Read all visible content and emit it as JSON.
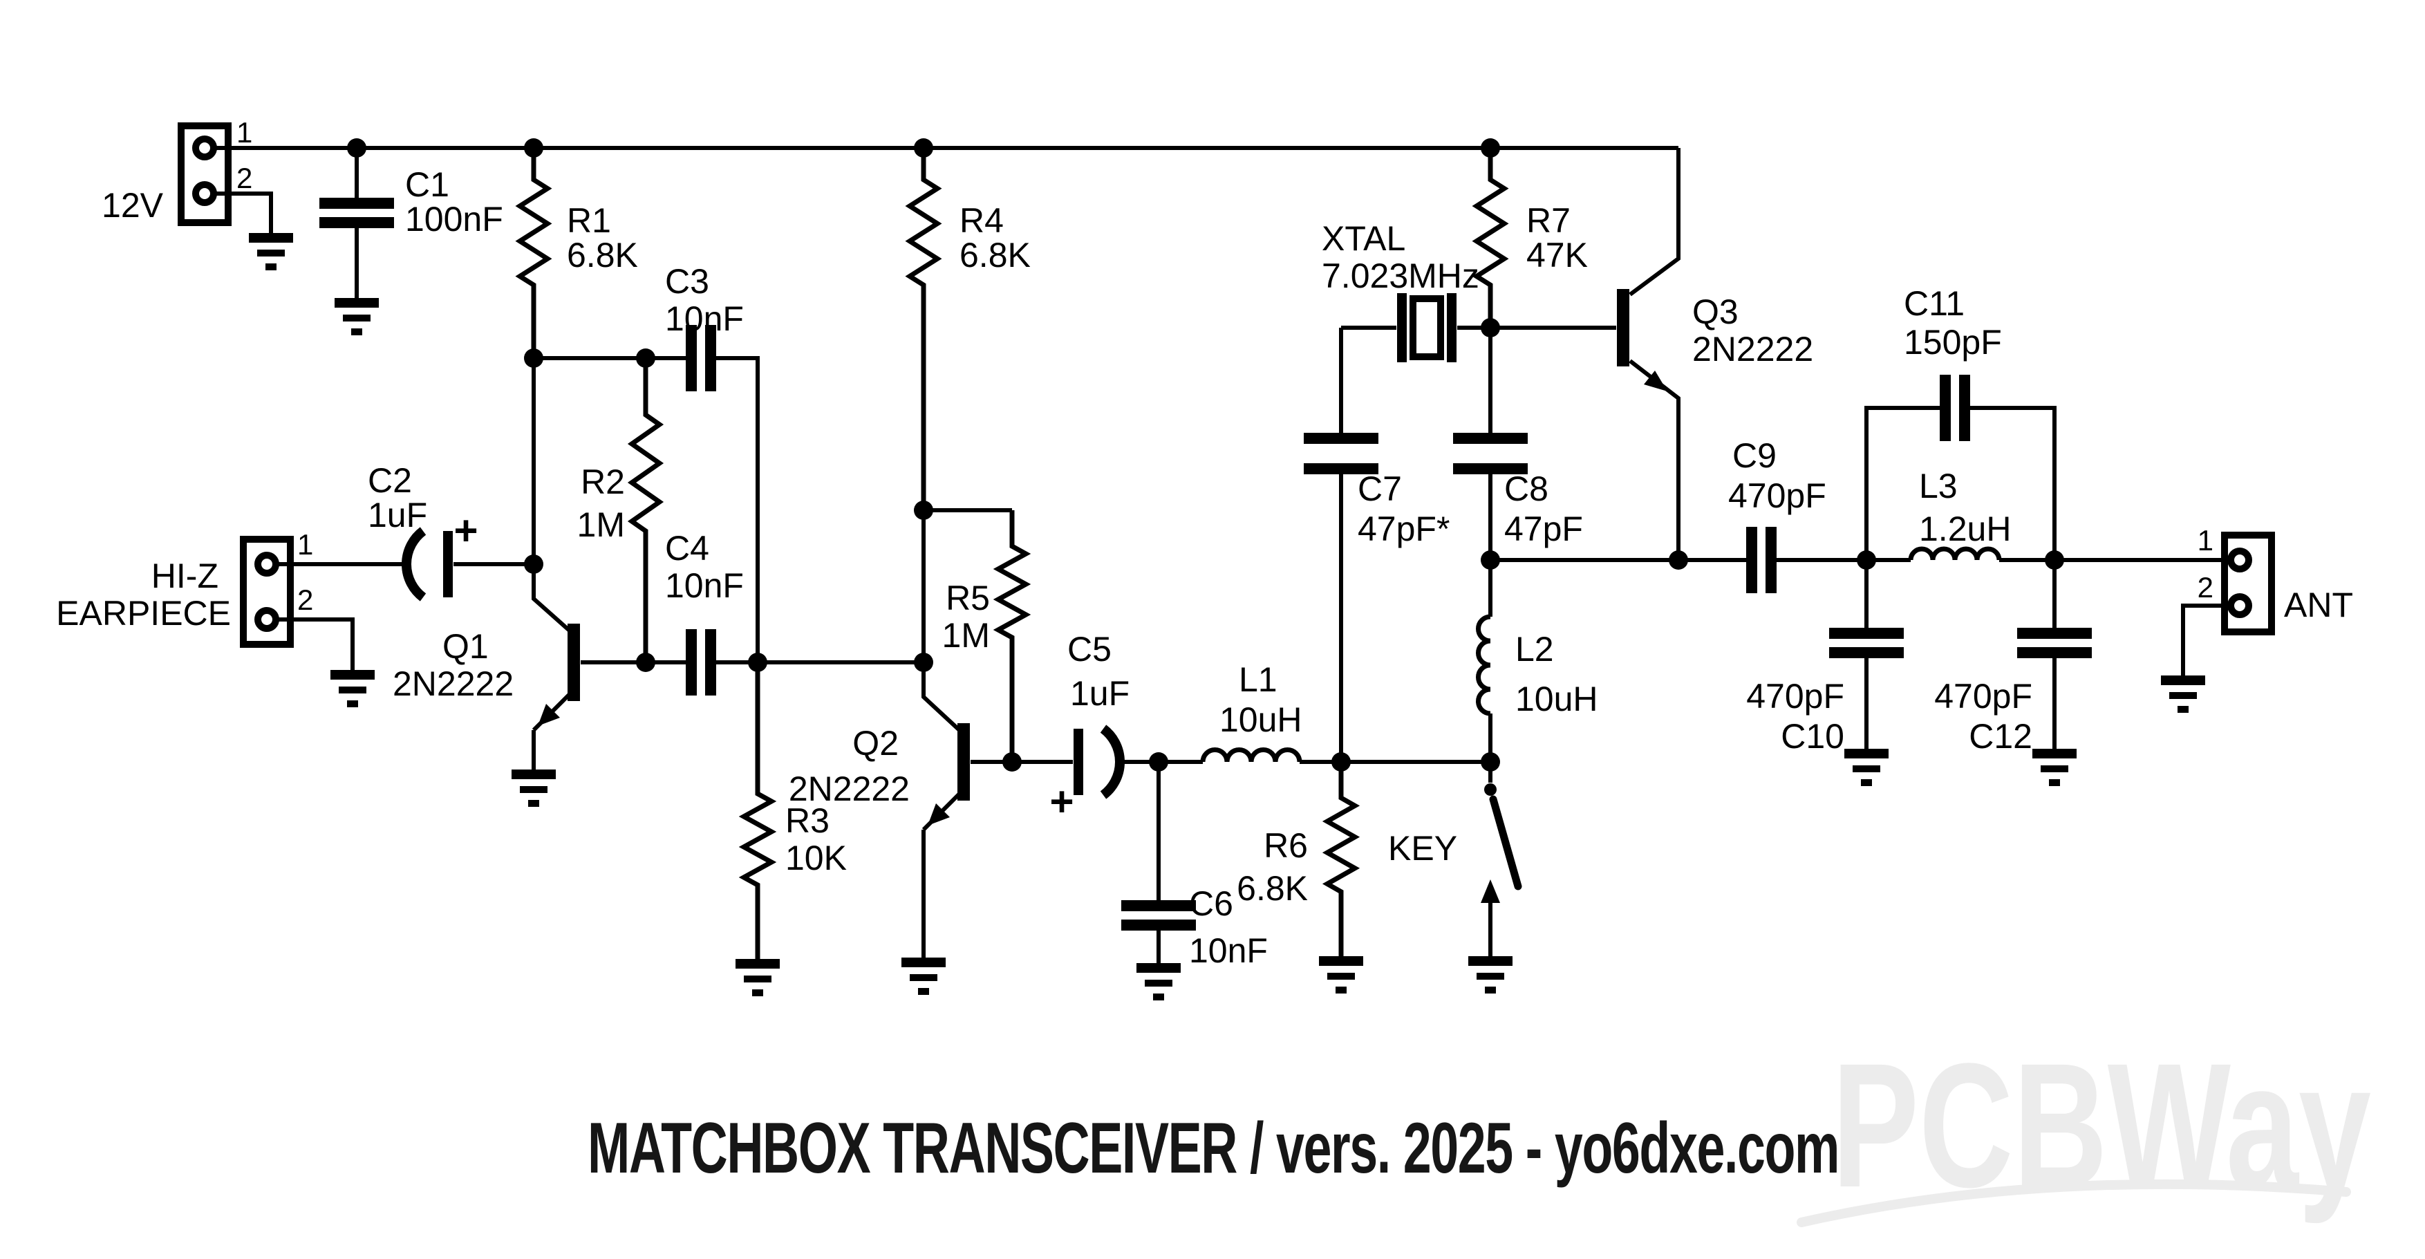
{
  "schematic": {
    "title": "MATCHBOX TRANSCEIVER / vers. 2025 - yo6dxe.com",
    "watermark": "PCBWay",
    "ink_color": "#000000",
    "watermark_color": "#ececec",
    "connectors": {
      "power_12v": {
        "name": "12V",
        "pin1": "1",
        "pin2": "2"
      },
      "earpiece": {
        "name_line1": "HI-Z",
        "name_line2": "EARPIECE",
        "pin1": "1",
        "pin2": "2"
      },
      "antenna": {
        "name": "ANT",
        "pin1": "1",
        "pin2": "2"
      }
    },
    "resistors": {
      "r1": {
        "ref": "R1",
        "value": "6.8K"
      },
      "r2": {
        "ref": "R2",
        "value": "1M"
      },
      "r3": {
        "ref": "R3",
        "value": "10K"
      },
      "r4": {
        "ref": "R4",
        "value": "6.8K"
      },
      "r5": {
        "ref": "R5",
        "value": "1M"
      },
      "r6": {
        "ref": "R6",
        "value": "6.8K"
      },
      "r7": {
        "ref": "R7",
        "value": "47K"
      }
    },
    "capacitors": {
      "c1": {
        "ref": "C1",
        "value": "100nF"
      },
      "c2": {
        "ref": "C2",
        "value": "1uF",
        "polarity": "+"
      },
      "c3": {
        "ref": "C3",
        "value": "10nF"
      },
      "c4": {
        "ref": "C4",
        "value": "10nF"
      },
      "c5": {
        "ref": "C5",
        "value": "1uF",
        "polarity": "+"
      },
      "c6": {
        "ref": "C6",
        "value": "10nF"
      },
      "c7": {
        "ref": "C7",
        "value": "47pF*"
      },
      "c8": {
        "ref": "C8",
        "value": "47pF"
      },
      "c9": {
        "ref": "C9",
        "value": "470pF"
      },
      "c10": {
        "ref": "C10",
        "value": "470pF"
      },
      "c11": {
        "ref": "C11",
        "value": "150pF"
      },
      "c12": {
        "ref": "C12",
        "value": "470pF"
      }
    },
    "inductors": {
      "l1": {
        "ref": "L1",
        "value": "10uH"
      },
      "l2": {
        "ref": "L2",
        "value": "10uH"
      },
      "l3": {
        "ref": "L3",
        "value": "1.2uH"
      }
    },
    "transistors": {
      "q1": {
        "ref": "Q1",
        "value": "2N2222"
      },
      "q2": {
        "ref": "Q2",
        "value": "2N2222"
      },
      "q3": {
        "ref": "Q3",
        "value": "2N2222"
      }
    },
    "crystal": {
      "ref": "XTAL",
      "value": "7.023MHz"
    },
    "switch": {
      "ref": "KEY"
    }
  }
}
